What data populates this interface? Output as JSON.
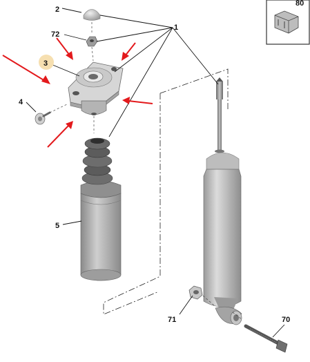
{
  "colors": {
    "part_light": "#d4d4d4",
    "part_mid": "#a9a9a9",
    "part_dark": "#5a5a5a",
    "highlight_badge": "#f6dfb0",
    "arrow": "#e3191c"
  },
  "labels": {
    "p1": "1",
    "p2": "2",
    "p3": "3",
    "p4": "4",
    "p5": "5",
    "p70": "70",
    "p71": "71",
    "p72": "72",
    "p80": "80"
  },
  "icons": {
    "inset": "clip-fastener-icon"
  }
}
